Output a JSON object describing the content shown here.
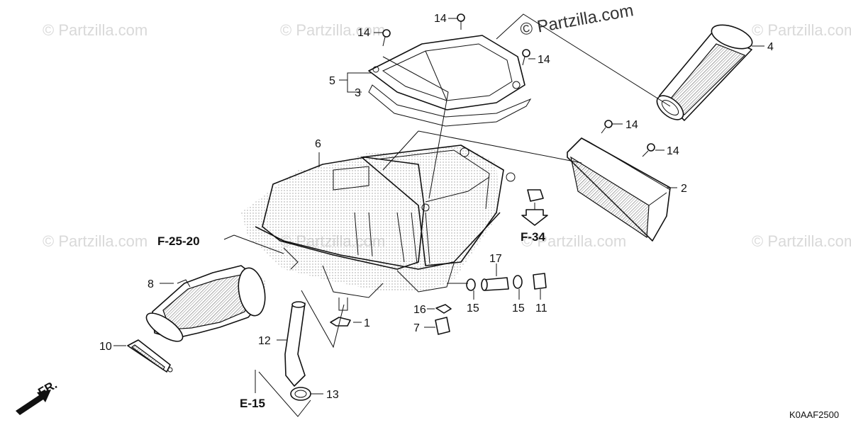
{
  "watermarks": {
    "main": "© Partzilla.com",
    "faint": "© Partzilla.com"
  },
  "part_labels": {
    "p1": "1",
    "p2": "2",
    "p3": "3",
    "p4": "4",
    "p5": "5",
    "p6": "6",
    "p7": "7",
    "p8": "8",
    "p10": "10",
    "p11": "11",
    "p12": "12",
    "p13": "13",
    "p14": "14",
    "p15": "15",
    "p16": "16",
    "p17": "17"
  },
  "references": {
    "f2520": "F-25-20",
    "f34": "F-34",
    "e15": "E-15",
    "front": "FR."
  },
  "diagram_code": "K0AAF2500",
  "colors": {
    "line": "#111111",
    "watermark": "#d9d9d9"
  }
}
